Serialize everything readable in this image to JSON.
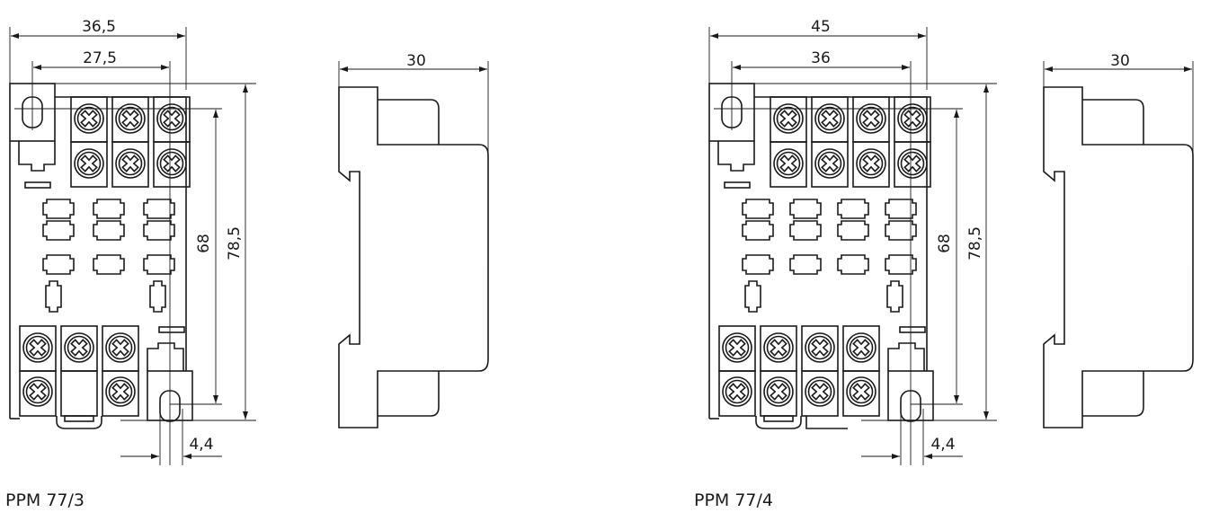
{
  "drawings": [
    {
      "model": "PPM 77/3",
      "terminal_columns": 3,
      "front_view": {
        "overall_width": "36,5",
        "mount_hole_spacing_h": "27,5",
        "mount_hole_spacing_v": "68",
        "overall_height": "78,5",
        "hole_width": "4,4"
      },
      "side_view": {
        "depth": "30"
      }
    },
    {
      "model": "PPM 77/4",
      "terminal_columns": 4,
      "front_view": {
        "overall_width": "45",
        "mount_hole_spacing_h": "36",
        "mount_hole_spacing_v": "68",
        "overall_height": "78,5",
        "hole_width": "4,4"
      },
      "side_view": {
        "depth": "30"
      }
    }
  ],
  "colors": {
    "line": "#1a1a1a",
    "background": "#ffffff"
  }
}
